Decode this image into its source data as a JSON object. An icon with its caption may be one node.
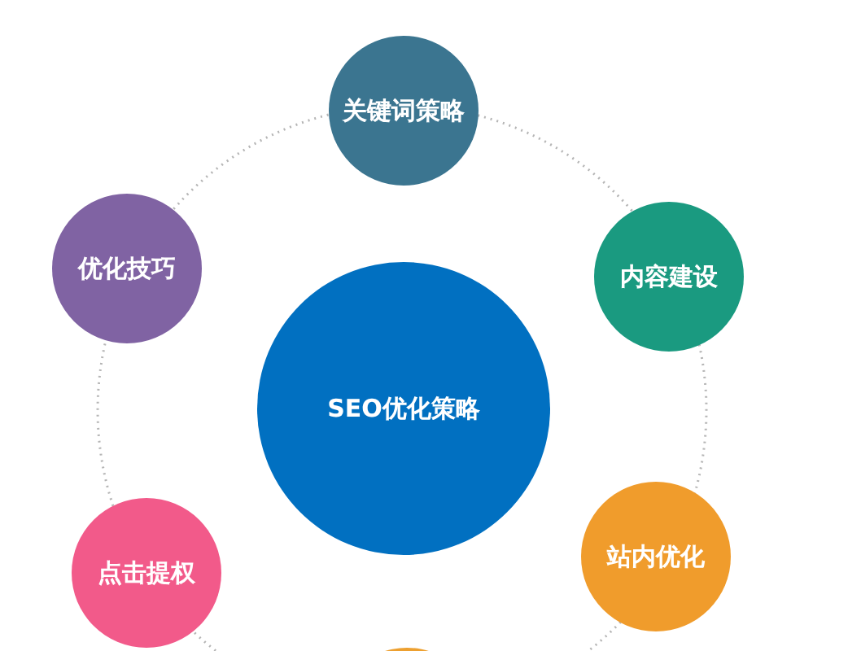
{
  "diagram": {
    "nodes": [
      {
        "text": [
          "关键词策略"
        ]
      },
      {
        "text": [
          "优化技巧"
        ]
      },
      {
        "text": [
          "内容建设"
        ]
      },
      {
        "text": [
          "SEO优化策略"
        ]
      },
      {
        "text": [
          "点击提权"
        ]
      },
      {
        "text": [
          "站内优化"
        ]
      },
      {
        "text": [],
        "shape": "circle"
      }
    ],
    "edges": [
      {
        "from": 1,
        "to": 0,
        "arrow": "none",
        "style": "dashed"
      },
      {
        "from": 0,
        "to": 2,
        "arrow": "none",
        "style": "dashed"
      },
      {
        "from": 2,
        "to": 5,
        "arrow": "none",
        "style": "dashed"
      },
      {
        "from": 5,
        "to": 6,
        "arrow": "none",
        "style": "dashed"
      },
      {
        "from": 6,
        "to": 4,
        "arrow": "none",
        "style": "dashed"
      },
      {
        "from": 4,
        "to": 1,
        "arrow": "none",
        "style": "dashed"
      }
    ]
  }
}
